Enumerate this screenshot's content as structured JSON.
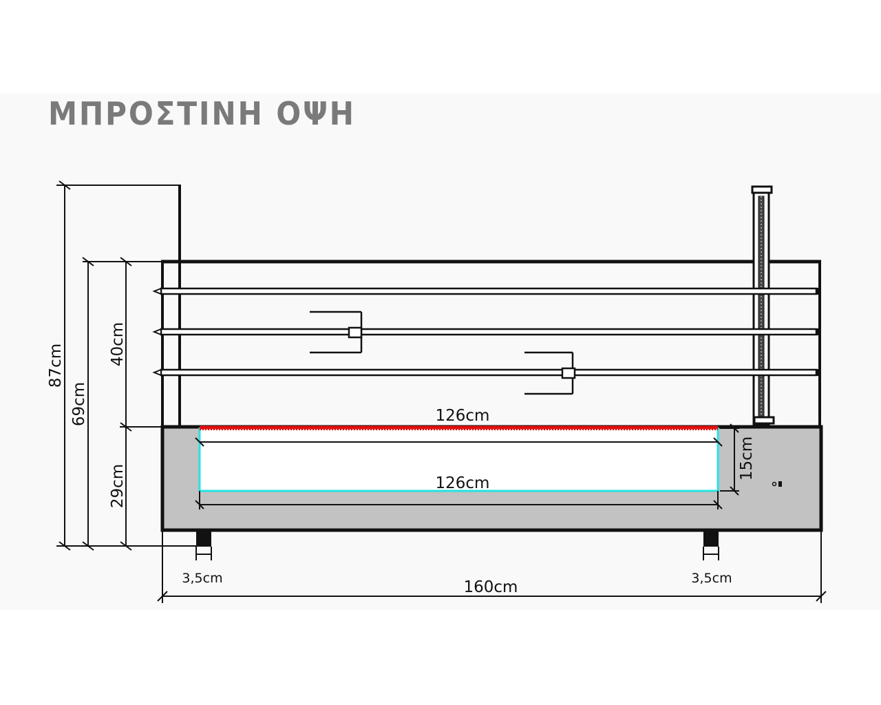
{
  "title": "ΜΠΡΟΣΤΙΝΗ ΟΨΗ",
  "colors": {
    "outline": "#111111",
    "base_fill": "#c2c2c2",
    "heating_strip": "#e01010",
    "inner_tray": "#25e3e3",
    "title_text": "#7a7a7a"
  },
  "dimensions": {
    "total_height": "87cm",
    "body_height": "69cm",
    "rack_height": "40cm",
    "base_height": "29cm",
    "heating_length": "126cm",
    "tray_length": "126cm",
    "tray_depth": "15cm",
    "leg_left": "3,5cm",
    "leg_right": "3,5cm",
    "total_width": "160cm"
  },
  "skewers": {
    "count": 3
  },
  "forks": {
    "count": 2
  }
}
